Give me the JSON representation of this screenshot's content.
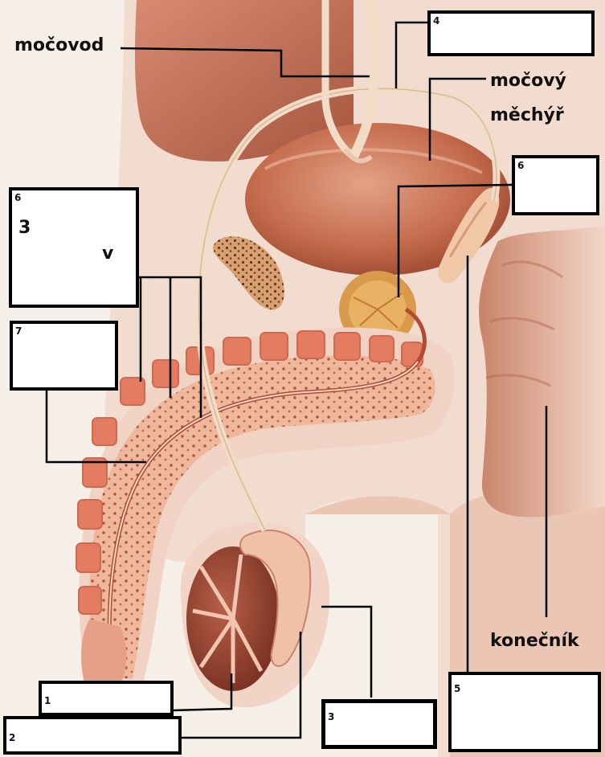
{
  "labels": {
    "ureter": "močovod",
    "bladder_line1": "močový",
    "bladder_line2": "měchýř",
    "rectum": "konečník"
  },
  "boxes": {
    "box4": {
      "number": "4"
    },
    "box6_right": {
      "number": "6"
    },
    "box6_left": {
      "number": "6",
      "text_a": "3",
      "text_b": "v"
    },
    "box7": {
      "number": "7"
    },
    "box1": {
      "number": "1"
    },
    "box2": {
      "number": "2"
    },
    "box3": {
      "number": "3"
    },
    "box5": {
      "number": "5"
    }
  },
  "colors": {
    "skin": "#f4ddd0",
    "flesh": "#e8b49a",
    "organ": "#c96f52",
    "organ_dark": "#a84e36",
    "erectile": "#e9846a",
    "duct": "#f3e3cf",
    "line": "#000000"
  }
}
